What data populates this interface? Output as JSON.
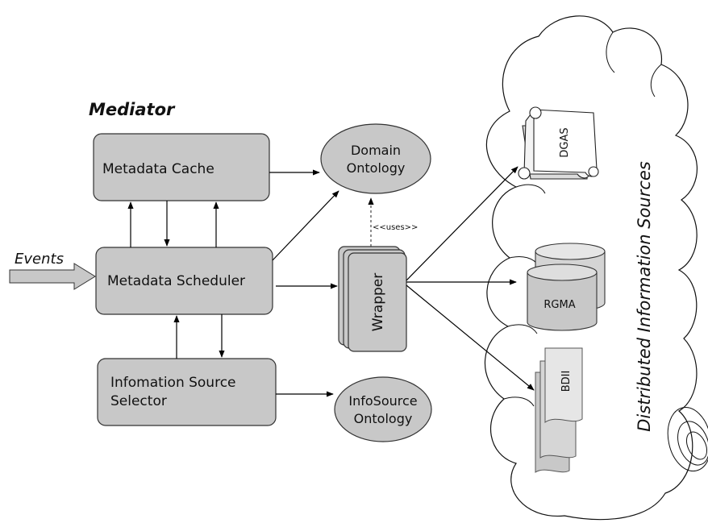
{
  "diagram": {
    "title": "Mediator",
    "events_label": "Events",
    "cloud_label": "Distributed Information Sources",
    "uses_label": "<<uses>>",
    "boxes": {
      "metadata_cache": "Metadata Cache",
      "metadata_scheduler": "Metadata Scheduler",
      "source_selector_line1": "Infomation Source",
      "source_selector_line2": "Selector"
    },
    "ontologies": {
      "domain_line1": "Domain",
      "domain_line2": "Ontology",
      "infosource_line1": "InfoSource",
      "infosource_line2": "Ontology"
    },
    "wrapper_label": "Wrapper",
    "sources": {
      "dgas": "DGAS",
      "rgma": "RGMA",
      "bdii": "BDII"
    }
  }
}
